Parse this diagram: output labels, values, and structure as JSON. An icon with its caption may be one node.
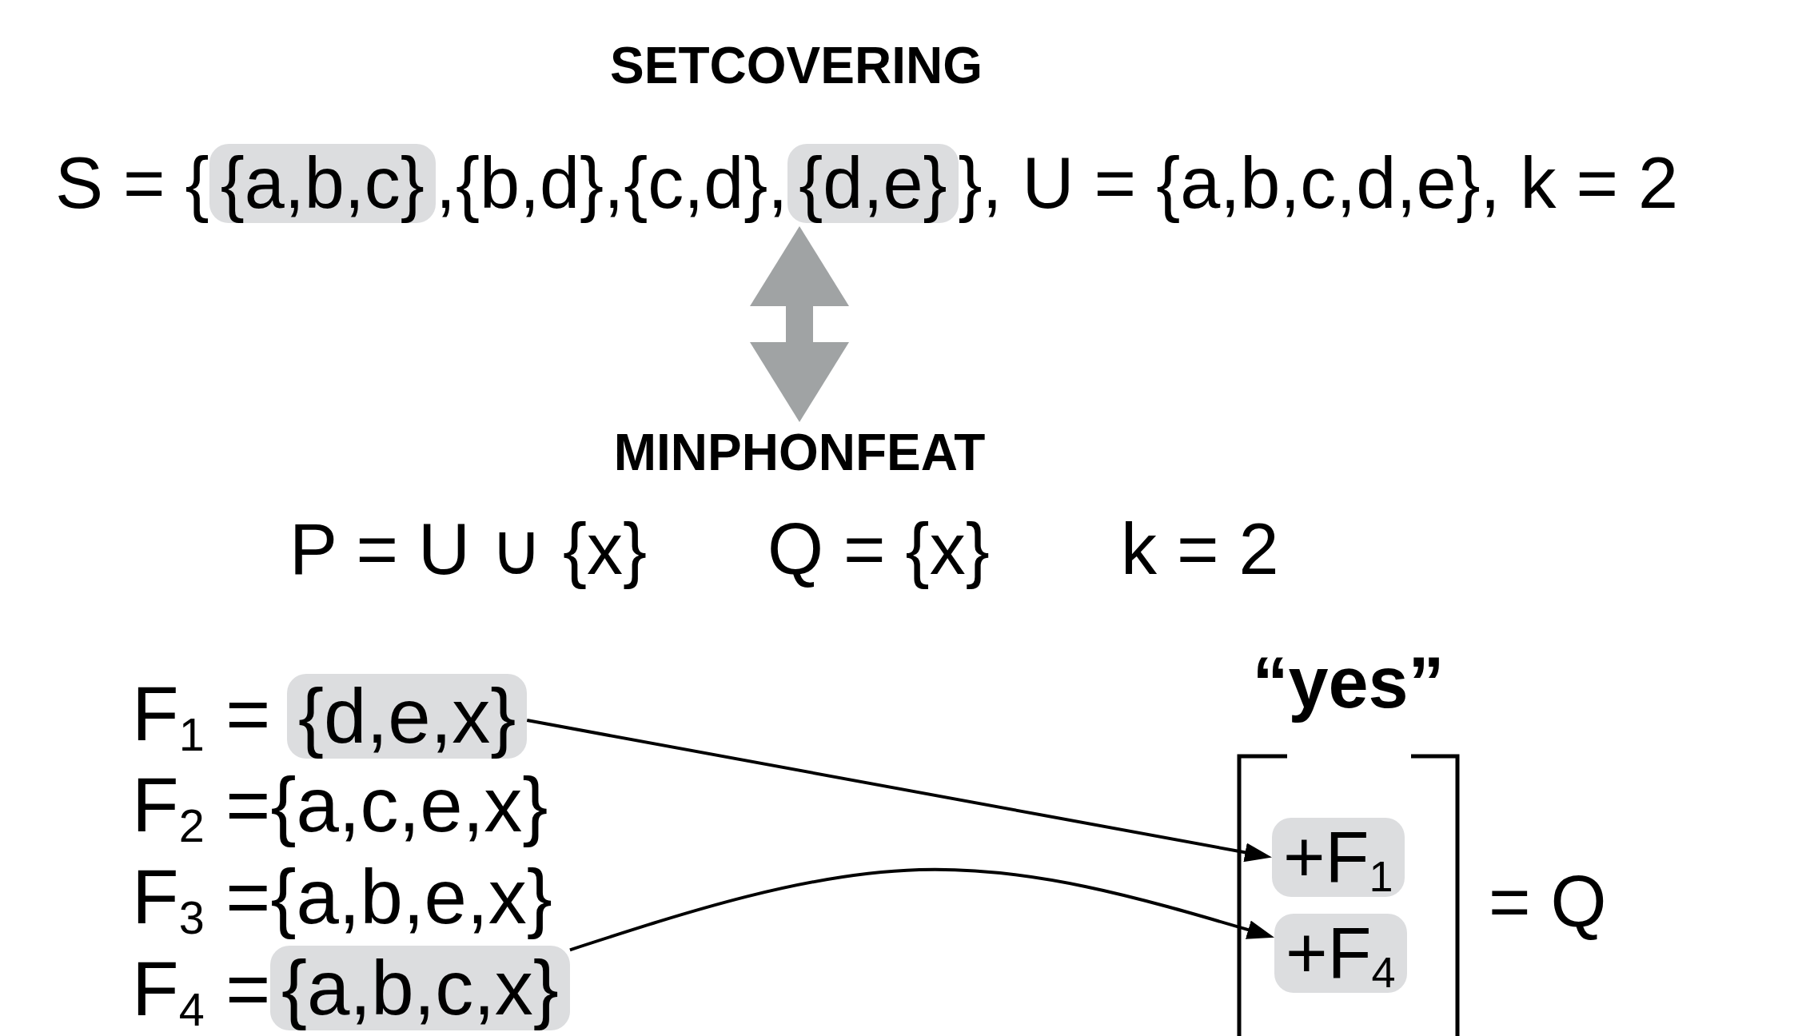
{
  "diagram": {
    "nodes": [
      {
        "text": [
          "S = {",
          ",{b,d},{c,d},",
          "}, U = {a,b,c,d,e}, k = 2"
        ]
      },
      {
        "text": [
          "{a,b,c}"
        ],
        "in": 0
      },
      {
        "text": [
          "{d,e}"
        ],
        "in": 0
      },
      {
        "text": [
          "MINPHONFEAT"
        ]
      },
      {
        "text": [
          "{d,e,x}"
        ]
      },
      {
        "text": [
          "{a,b,c,x}"
        ]
      },
      {
        "text": [
          "“yes”"
        ]
      },
      {
        "text": [
          "+F$_{1}$"
        ],
        "in": 6
      },
      {
        "text": [
          "+F$_{4}$"
        ],
        "in": 6
      }
    ],
    "edges": [
      {
        "from": 0,
        "to": 3,
        "arrow": "both",
        "style": "thick",
        "color": "#a0a3a4"
      },
      {
        "from": 4,
        "to": 7,
        "arrow": "to"
      },
      {
        "from": 5,
        "to": 8,
        "arrow": "to"
      }
    ],
    "labels": [
      "SETCOVERING",
      "P = U ∪ {x}",
      "Q = {x}",
      "k = 2",
      "F$_{1}$ =",
      "F$_{2}$ ={a,c,e,x}",
      "F$_{3}$ ={a,b,e,x}",
      "F$_{4}$ =",
      "= Q"
    ]
  }
}
